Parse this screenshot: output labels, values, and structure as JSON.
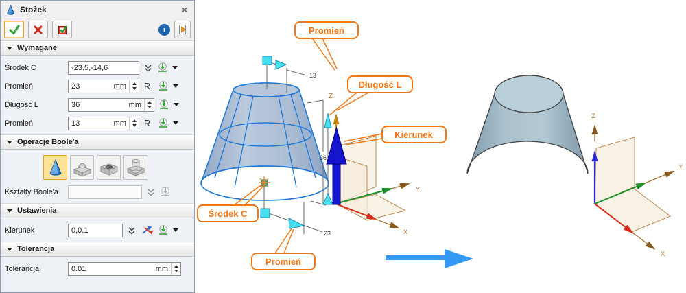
{
  "dialog": {
    "title": "Stożek",
    "icons": {
      "close": "×",
      "info": "i"
    },
    "sections": {
      "wymagane": {
        "label": "Wymagane",
        "rows": [
          {
            "label": "Środek C",
            "value": "-23.5,-14,6"
          },
          {
            "label": "Promień",
            "value": "23",
            "unit": "mm",
            "suffix": "R"
          },
          {
            "label": "Długość L",
            "value": "36",
            "unit": "mm"
          },
          {
            "label": "Promień",
            "value": "13",
            "unit": "mm",
            "suffix": "R"
          }
        ]
      },
      "boole": {
        "label": "Operacje Boole'a",
        "buttons": [
          "base",
          "add",
          "remove",
          "intersect"
        ],
        "shapes_label": "Kształty Boole'a",
        "shapes_value": ""
      },
      "ustawienia": {
        "label": "Ustawienia",
        "kierunek_label": "Kierunek",
        "kierunek_value": "0,0,1"
      },
      "tolerancja": {
        "label": "Tolerancja",
        "row_label": "Tolerancja",
        "value": "0.01",
        "unit": "mm"
      }
    }
  },
  "viewport": {
    "callouts": {
      "top_radius": "Promień",
      "length": "Długość L",
      "direction": "Kierunek",
      "center": "Środek C",
      "bottom_radius": "Promień"
    },
    "dimensions": {
      "top_radius": "13",
      "length": "36",
      "bottom_radius": "23"
    },
    "axes": {
      "x": "X",
      "y": "Y",
      "z": "Z"
    },
    "colors": {
      "callout": "#f07818",
      "edge_blue": "#1f78d8",
      "direction_arrow": "#1515cd",
      "transform_arrow": "#3498f5",
      "handle_cyan": "#45dff0"
    }
  }
}
